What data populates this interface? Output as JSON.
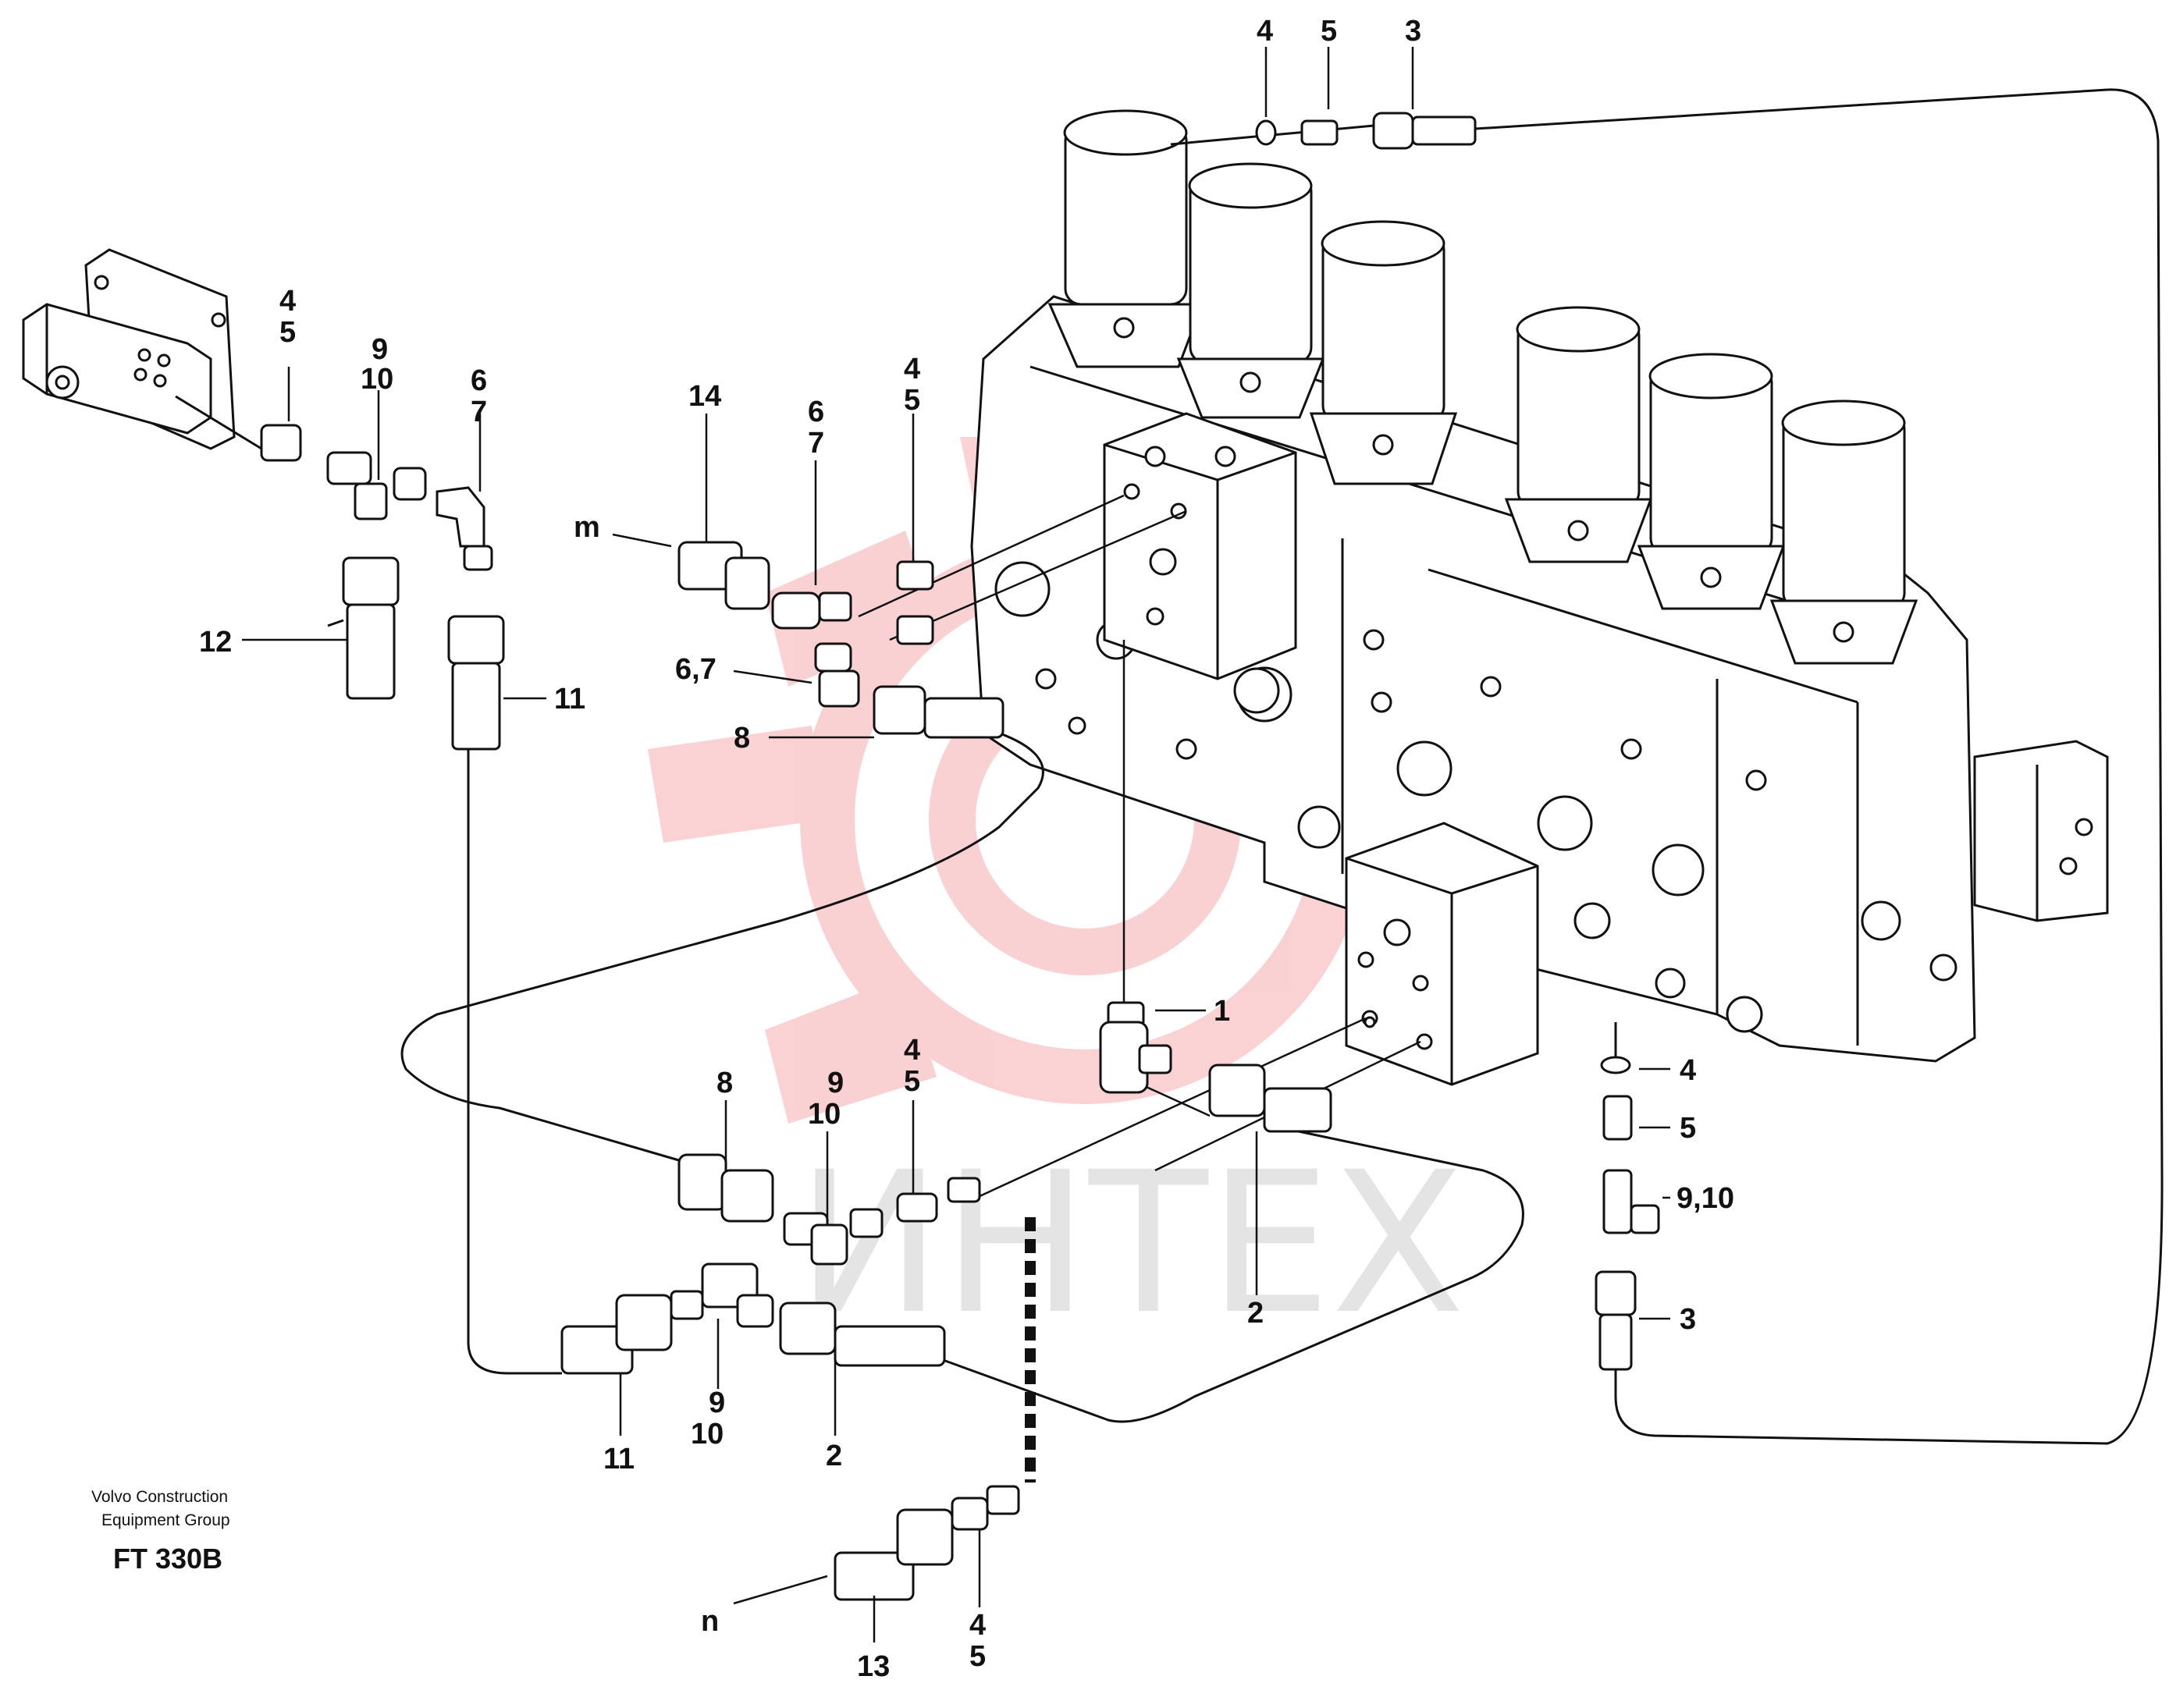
{
  "watermark": {
    "text": "ИНТЕХ",
    "color": "#e8323c"
  },
  "footer": {
    "company_line1": "Volvo Construction",
    "company_line2": "Equipment Group",
    "code": "FT 330B"
  },
  "labels": {
    "top_4": "4",
    "top_5": "5",
    "top_3": "3",
    "left_4": "4",
    "left_5": "5",
    "left_9": "9",
    "left_10": "10",
    "left_6": "6",
    "left_7": "7",
    "left_12": "12",
    "left_11": "11",
    "mid_14": "14",
    "mid_m": "m",
    "mid_6": "6",
    "mid_7": "7",
    "mid_4": "4",
    "mid_5": "5",
    "mid_67": "6,7",
    "mid_8": "8",
    "c_1": "1",
    "low_8": "8",
    "low_9": "9",
    "low_10": "10",
    "low_4": "4",
    "low_5": "5",
    "low_2": "2",
    "bot_11": "11",
    "bot_9": "9",
    "bot_10": "10",
    "bot_2": "2",
    "bot_n": "n",
    "bot_13": "13",
    "bot_4": "4",
    "bot_5": "5",
    "r_4": "4",
    "r_5": "5",
    "r_910": "9,10",
    "r_3": "3"
  }
}
